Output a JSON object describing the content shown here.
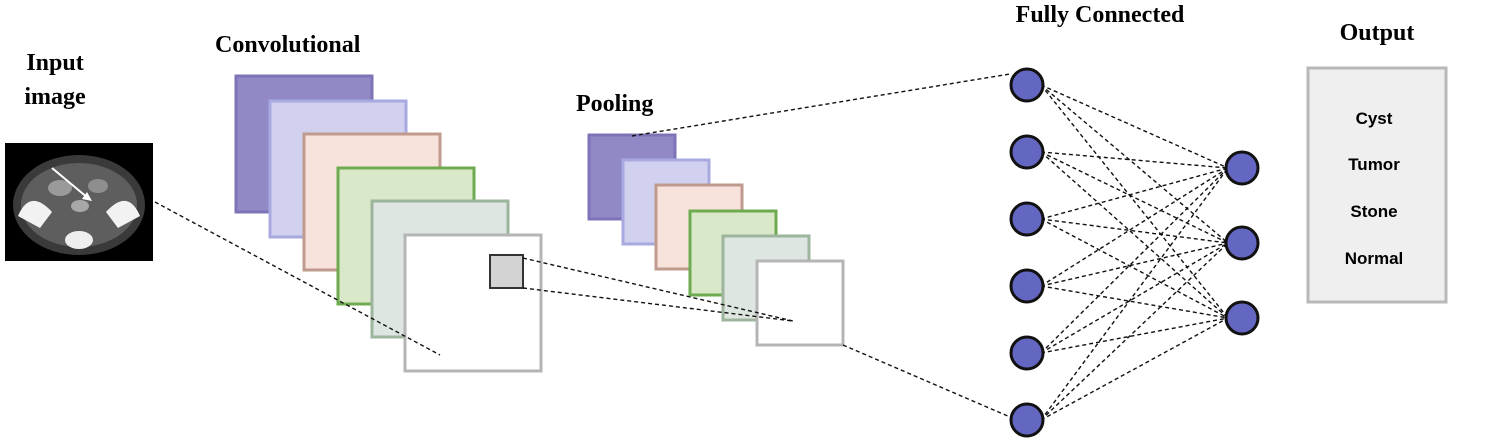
{
  "labels": {
    "input_line1": "Input",
    "input_line2": "image",
    "convolutional": "Convolutional",
    "pooling": "Pooling",
    "fully_connected": "Fully Connected",
    "output": "Output"
  },
  "output_classes": [
    "Cyst",
    "Tumor",
    "Stone",
    "Normal"
  ],
  "colors": {
    "layer_purple": "#9089c6",
    "layer_lavender": "#d1d1ef",
    "layer_peach": "#f8e2dc",
    "layer_green": "#d9e8c8",
    "layer_grey_green": "#dee6e1",
    "layer_white": "#ffffff",
    "node_fill": "#6467c2",
    "output_box": "#efefef"
  },
  "network": {
    "fully_connected_nodes": 6,
    "output_nodes": 3
  }
}
